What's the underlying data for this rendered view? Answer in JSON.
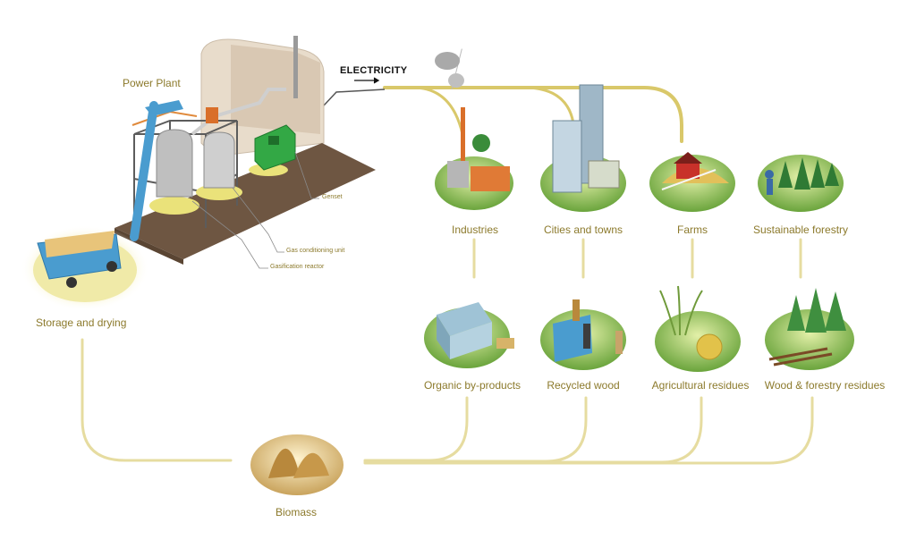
{
  "title": "Power Plant",
  "electricity_label": "ELECTRICITY",
  "plant_parts": {
    "genset": "Genset",
    "gas_conditioning": "Gas conditioning unit",
    "gasification_reactor": "Gasification reactor"
  },
  "storage_label": "Storage and drying",
  "biomass_label": "Biomass",
  "consumers": [
    {
      "label": "Industries"
    },
    {
      "label": "Cities and towns"
    },
    {
      "label": "Farms"
    },
    {
      "label": "Sustainable forestry"
    }
  ],
  "sources": [
    {
      "label": "Organic by-products"
    },
    {
      "label": "Recycled wood"
    },
    {
      "label": "Agricultural residues"
    },
    {
      "label": "Wood & forestry residues"
    }
  ],
  "colors": {
    "line": "#e6dca0",
    "line_dark": "#d2c274",
    "label": "#8c7a2c",
    "wall": "#e8dccb",
    "floor": "#6e5642",
    "blue": "#4a9ccf",
    "green": "#3ea35a"
  }
}
